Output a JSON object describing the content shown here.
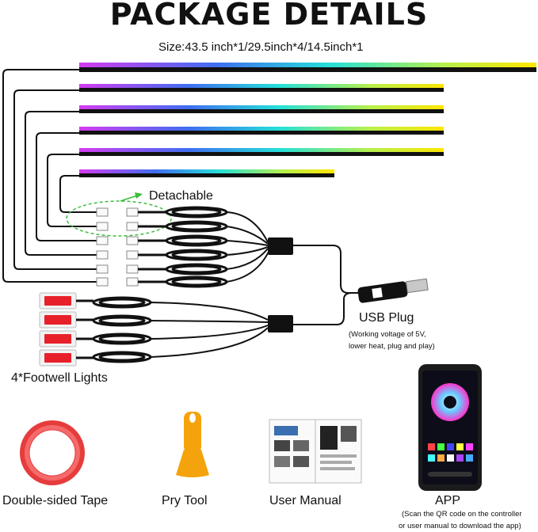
{
  "title": "PACKAGE DETAILS",
  "size_text": "Size:43.5 inch*1/29.5inch*4/14.5inch*1",
  "detachable_label": "Detachable",
  "usb": {
    "label": "USB Plug",
    "note_line1": "(Working voltage of 5V,",
    "note_line2": "lower heat, plug and play)"
  },
  "footwell_label": "4*Footwell Lights",
  "items": [
    {
      "label": "Double-sided Tape",
      "icon": "tape-roll-icon"
    },
    {
      "label": "Pry Tool",
      "icon": "pry-tool-icon"
    },
    {
      "label": "User Manual",
      "icon": "manual-icon"
    },
    {
      "label": "APP",
      "icon": "phone-app-icon"
    }
  ],
  "app_note_line1": "(Scan the QR code on the controller",
  "app_note_line2": "or  user manual to download the app)",
  "colors": {
    "strip_start": "#d43cf0",
    "strip_mid1": "#3f6ff0",
    "strip_mid2": "#25e0d8",
    "strip_end": "#ffe600",
    "footwell": "#e8202a"
  }
}
